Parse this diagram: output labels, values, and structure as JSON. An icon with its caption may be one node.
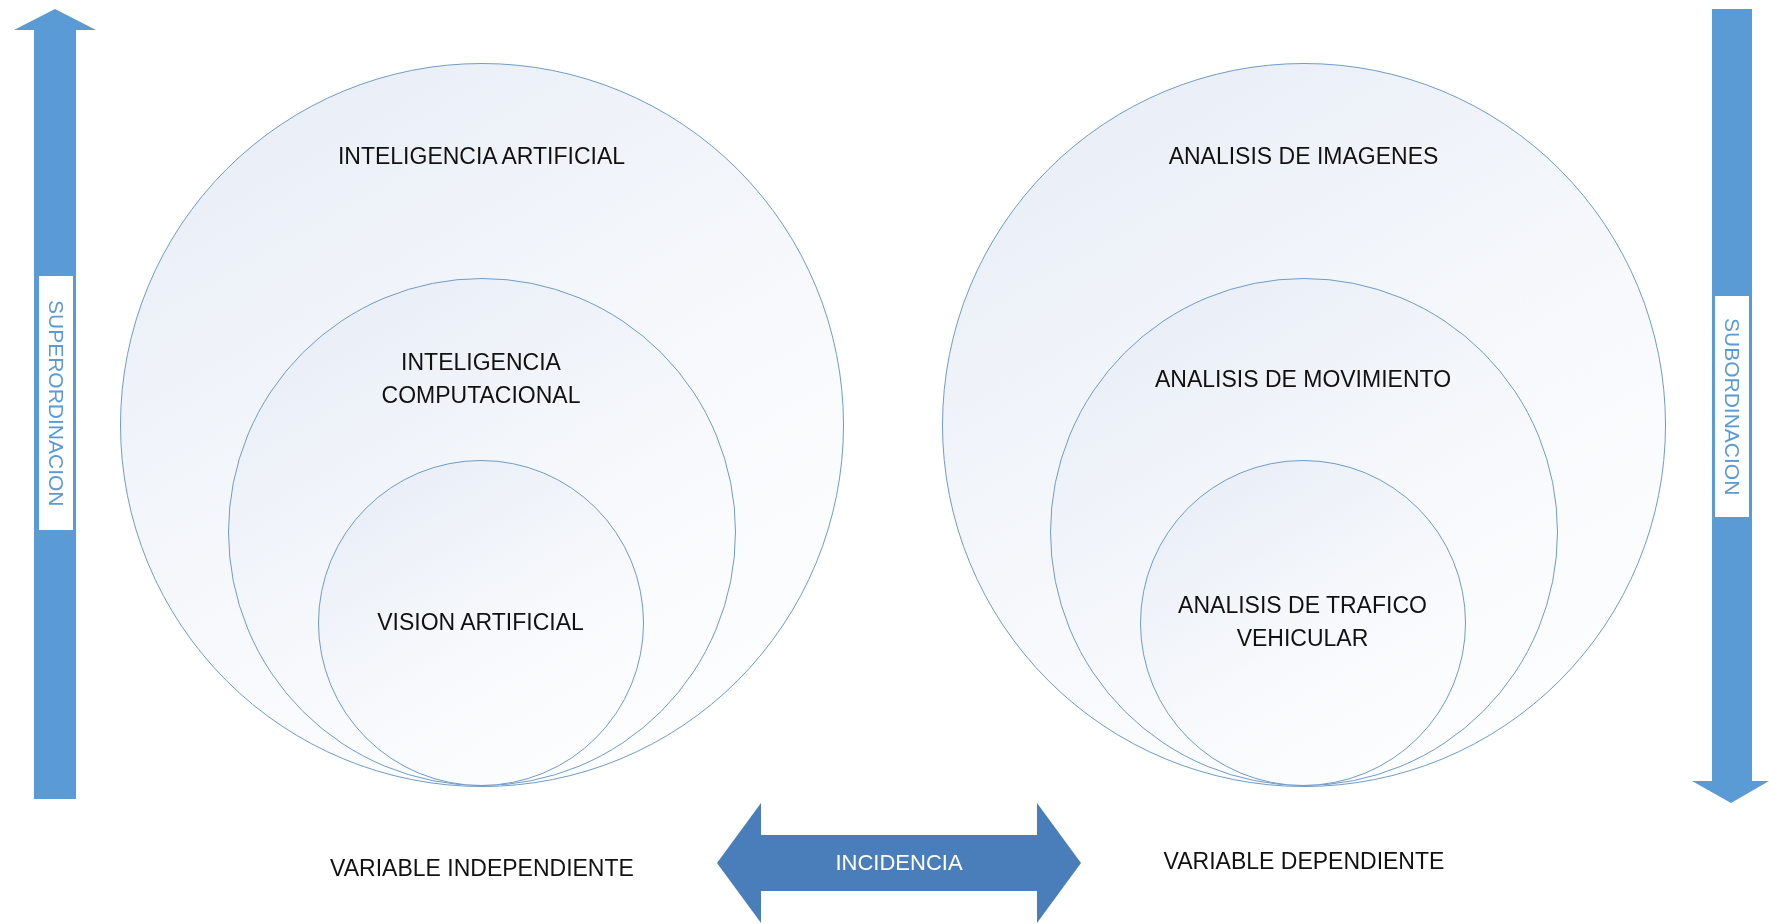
{
  "diagram": {
    "nodes": [
      {
        "text": [
          "INTELIGENCIA ARTIFICIAL"
        ]
      },
      {
        "text": [
          "INTELIGENCIA COMPUTACIONAL"
        ],
        "in": 0
      },
      {
        "text": [
          "VISION ARTIFICIAL"
        ],
        "in": 1
      },
      {
        "text": [
          "ANALISIS DE IMAGENES"
        ]
      },
      {
        "text": [
          "ANALISIS DE MOVIMIENTO"
        ],
        "in": 3
      },
      {
        "text": [
          "ANALISIS DE TRAFICO VEHICULAR"
        ],
        "in": 4
      },
      {
        "text": [
          "VARIABLE INDEPENDIENTE"
        ]
      },
      {
        "text": [
          "VARIABLE DEPENDIENTE"
        ]
      }
    ],
    "edges": [
      {
        "from": 6,
        "to": 7,
        "arrow": "both",
        "label": "INCIDENCIA"
      }
    ],
    "labels": [
      "SUPERORDINACION",
      "SUBORDINACION"
    ]
  }
}
